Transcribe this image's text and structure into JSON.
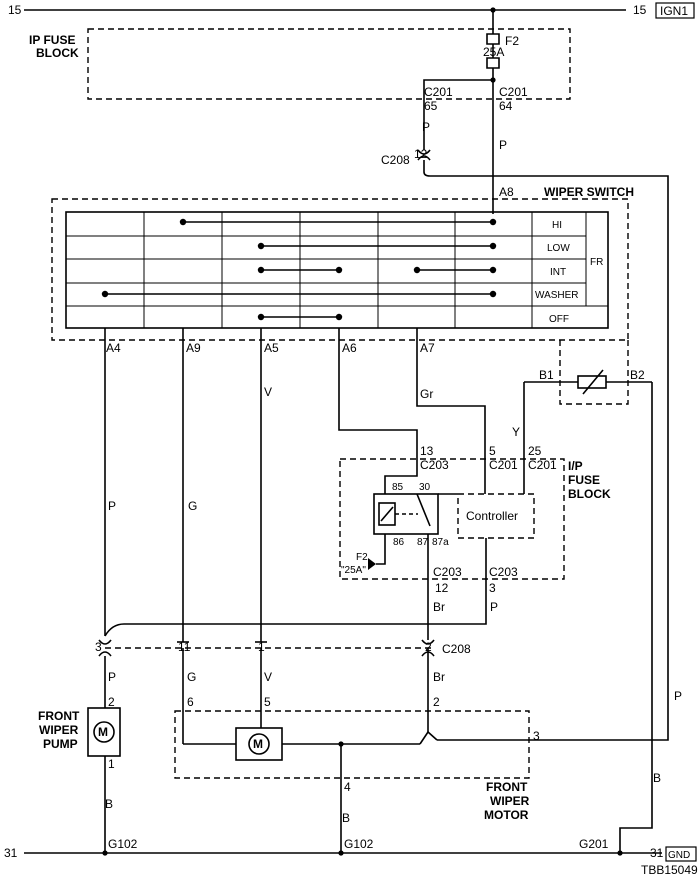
{
  "rails": {
    "top_left": "15",
    "top_right": "15",
    "ign": "IGN1",
    "bottom_left": "31",
    "bottom_right": "31",
    "gnd": "GND"
  },
  "ip_fuse_block": {
    "title_line1": "IP FUSE",
    "title_line2": "BLOCK",
    "fuse_id": "F2",
    "fuse_rating": "25A",
    "c201_left": "C201",
    "c201_right": "C201",
    "pin_left": "65",
    "pin_right": "64"
  },
  "wires_top": {
    "left_color": "P",
    "right_color": "P",
    "c208_label": "C208",
    "c208_pin": "12",
    "a8": "A8"
  },
  "wiper_switch": {
    "title": "WIPER SWITCH",
    "modes": [
      "HI",
      "LOW",
      "INT",
      "WASHER",
      "OFF"
    ],
    "fr": "FR",
    "pins": [
      "A4",
      "A9",
      "A5",
      "A6",
      "A7"
    ],
    "b1": "B1",
    "b2": "B2"
  },
  "wire_colors": {
    "a4": "P",
    "a9": "G",
    "a5": "V",
    "a7": "Gr",
    "y": "Y",
    "p3": "P",
    "br": "Br",
    "right_p": "P",
    "right_b": "B"
  },
  "ip_fuse_block2": {
    "title_line1": "I/P",
    "title_line2": "FUSE",
    "title_line3": "BLOCK",
    "pin13": "13",
    "c203_top": "C203",
    "pin5": "5",
    "c201_a": "C201",
    "pin25": "25",
    "c201_b": "C201",
    "relay_85": "85",
    "relay_30": "30",
    "relay_86": "86",
    "relay_87": "87",
    "relay_87a": "87a",
    "controller": "Controller",
    "fuse_f2": "F2",
    "fuse_25a": "\"25A\"",
    "c203_bl": "C203",
    "c203_br": "C203",
    "pin12": "12",
    "pin3": "3"
  },
  "connector_c208": {
    "label": "C208",
    "pin3": "3",
    "pin11": "11",
    "pin1": "1",
    "pin2": "2"
  },
  "lower": {
    "pump_line1": "FRONT",
    "pump_line2": "WIPER",
    "pump_line3": "PUMP",
    "pump_pin2": "2",
    "pump_pin1": "1",
    "p_color": "P",
    "g_color": "G",
    "v_color": "V",
    "br_color": "Br",
    "pin6": "6",
    "pin5": "5",
    "pin2": "2",
    "pin3": "3",
    "pin4": "4",
    "b_left": "B",
    "b_mid": "B",
    "motor_line1": "FRONT",
    "motor_line2": "WIPER",
    "motor_line3": "MOTOR",
    "motor_symbol": "M",
    "g102_left": "G102",
    "g102_mid": "G102",
    "g201": "G201"
  },
  "figure_code": "TBB15049"
}
